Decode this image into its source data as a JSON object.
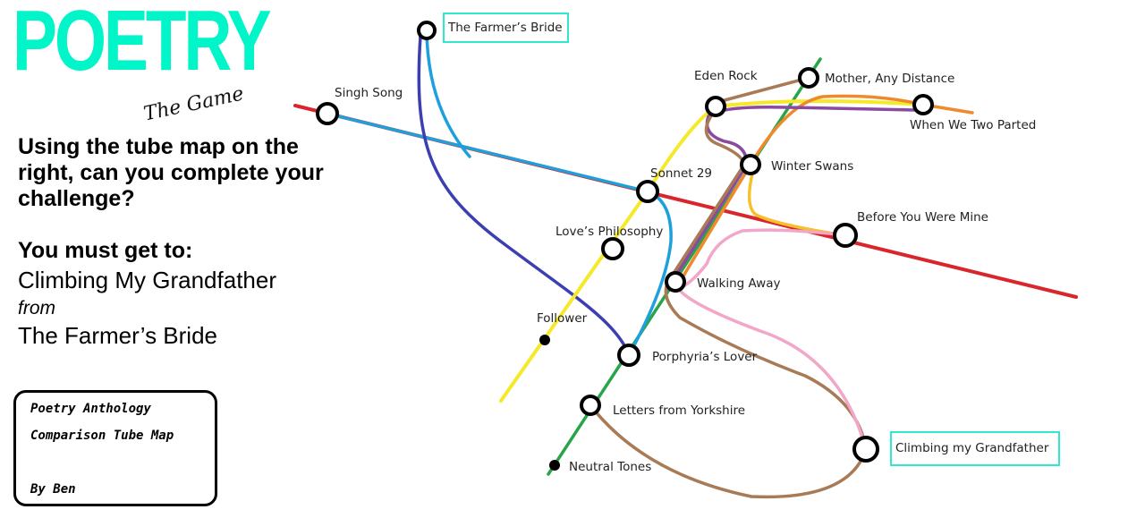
{
  "title": "POETRY",
  "subtitle": "The Game",
  "question": "Using the tube map on the right, can you complete your challenge?",
  "must_label": "You must get to:",
  "destination": "Climbing My Grandfather",
  "from_label": "from",
  "origin": "The Farmer’s Bride",
  "card": {
    "line1": "Poetry Anthology",
    "line2": "Comparison Tube Map",
    "author": "By Ben"
  },
  "stations": {
    "farmers_bride": "The Farmer’s Bride",
    "singh_song": "Singh Song",
    "eden_rock": "Eden Rock",
    "mother": "Mother, Any Distance",
    "when_we": "When We Two Parted",
    "sonnet": "Sonnet 29",
    "winter": "Winter Swans",
    "before": "Before You Were Mine",
    "loves": "Love’s Philosophy",
    "walking": "Walking Away",
    "follower": "Follower",
    "porphyria": "Porphyria’s Lover",
    "letters": "Letters from Yorkshire",
    "neutral": "Neutral Tones",
    "climbing": "Climbing my Grandfather"
  },
  "colors": {
    "accent": "#00f5c8",
    "red": "#d9262c",
    "lightblue": "#1ea0dc",
    "darkblue": "#3b3fb0",
    "yellow": "#f5e92a",
    "gold": "#f5c02a",
    "green": "#27a548",
    "orange": "#ef8a2c",
    "purple": "#8a4aa0",
    "brown": "#a87a55",
    "pink": "#f2a6c8"
  }
}
